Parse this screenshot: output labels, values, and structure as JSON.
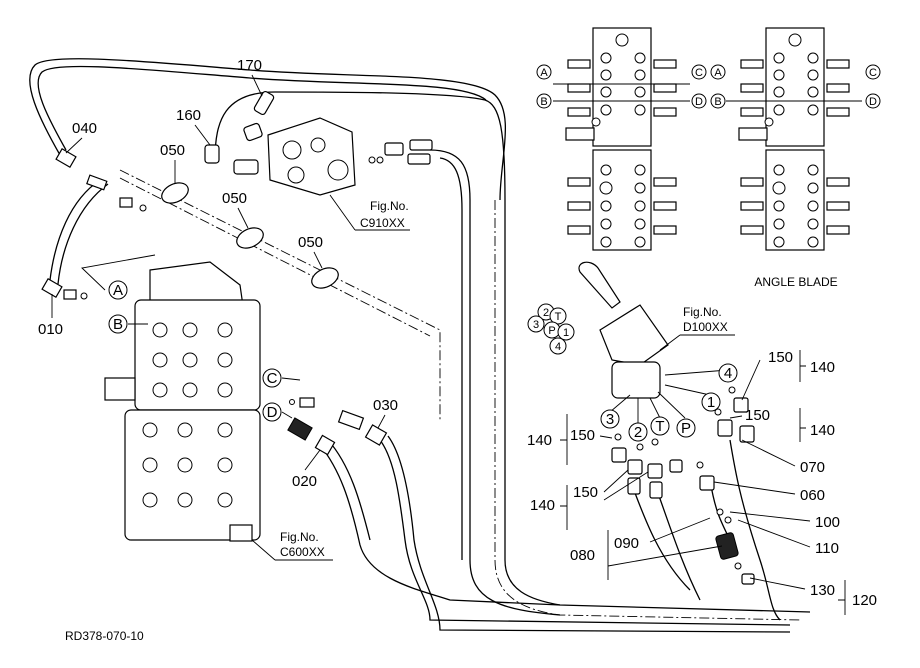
{
  "callouts": {
    "p170": "170",
    "p160": "160",
    "p040": "040",
    "p050a": "050",
    "p050b": "050",
    "p050c": "050",
    "p010": "010",
    "p020": "020",
    "p030": "030",
    "p150a": "150",
    "p140a": "140",
    "p150b": "150",
    "p140b": "140",
    "p150c": "150",
    "p140c": "140",
    "p150d": "150",
    "p140d": "140",
    "p070": "070",
    "p060": "060",
    "p100": "100",
    "p110": "110",
    "p090": "090",
    "p080": "080",
    "p130": "130",
    "p120": "120"
  },
  "ports": {
    "A": "A",
    "B": "B",
    "C": "C",
    "D": "D",
    "n1": "1",
    "n2": "2",
    "n3": "3",
    "n4": "4",
    "T": "T",
    "P": "P"
  },
  "figrefs": {
    "c910_a": "Fig.No.",
    "c910_b": "C910XX",
    "d100_a": "Fig.No.",
    "d100_b": "D100XX",
    "c600_a": "Fig.No.",
    "c600_b": "C600XX"
  },
  "angle_blade": "ANGLE BLADE",
  "drawing_code": "RD378-070-10"
}
